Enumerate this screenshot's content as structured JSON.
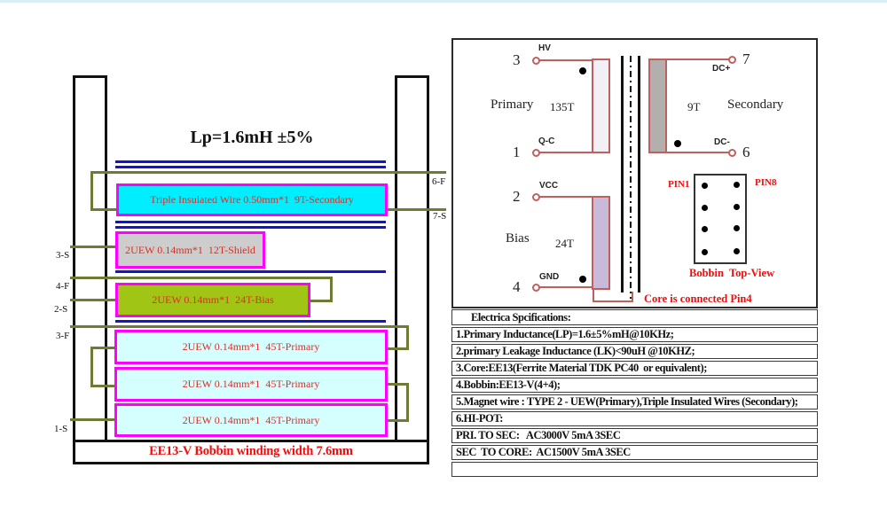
{
  "left_diagram": {
    "title": "Lp=1.6mH ±5%",
    "bottom_label": "EE13-V Bobbin winding width 7.6mm",
    "windings": {
      "secondary": "Triple Insulated Wire 0.50mm*1  9T-Secondary",
      "shield": "2UEW 0.14mm*1  12T-Shield",
      "bias": "2UEW 0.14mm*1  24T-Bias",
      "primary1": "2UEW 0.14mm*1  45T-Primary",
      "primary2": "2UEW 0.14mm*1  45T-Primary",
      "primary3": "2UEW 0.14mm*1  45T-Primary"
    },
    "leads": {
      "s3": "3-S",
      "f4": "4-F",
      "s2": "2-S",
      "f3": "3-F",
      "s1": "1-S",
      "f6": "6-F",
      "s7": "7-S"
    }
  },
  "schematic": {
    "primary": {
      "label": "Primary",
      "turns": "135T",
      "pin_top": "3",
      "net_top": "HV",
      "pin_bottom": "1",
      "net_bottom": "Q-C"
    },
    "secondary": {
      "label": "Secondary",
      "turns": "9T",
      "pin_top": "7",
      "net_top": "DC+",
      "pin_bottom": "6",
      "net_bottom": "DC-"
    },
    "bias": {
      "label": "Bias",
      "turns": "24T",
      "pin_top": "2",
      "net_top": "VCC",
      "pin_bottom": "4",
      "net_bottom": "GND"
    },
    "core_note": "Core is connected Pin4",
    "bobbin_view": {
      "pin1": "PIN1",
      "pin8": "PIN8",
      "caption": "Bobbin  Top-View"
    }
  },
  "spec_table": {
    "header": "Electrica Spcifications:",
    "rows": [
      "1.Primary Inductance(LP)=1.6±5%mH@10KHz;",
      "2.primary Leakage Inductance (LK)<90uH @10KHZ;",
      "3.Core:EE13(Ferrite Material TDK PC40  or equivalent);",
      "4.Bobbin:EE13-V(4+4);",
      "5.Magnet wire : TYPE 2 - UEW(Primary),Triple Insulated Wires (Secondary);",
      "6.HI-POT:",
      "PRI. TO SEC:   AC3000V 5mA 3SEC",
      "SEC  TO CORE:  AC1500V 5mA 3SEC",
      ""
    ]
  },
  "colors": {
    "magenta_border": "#ff00ff",
    "tape_blue": "#1414cc",
    "lead_wire_olive": "#6d7b35",
    "secondary_fill": "#00eeff",
    "shield_fill": "#cdcdcd",
    "bias_fill": "#a0c515",
    "primary_fill": "#d4feff",
    "schematic_wire": "#c0605c",
    "red_text": "#f20d0d",
    "winding_label_red": "#d93025"
  }
}
